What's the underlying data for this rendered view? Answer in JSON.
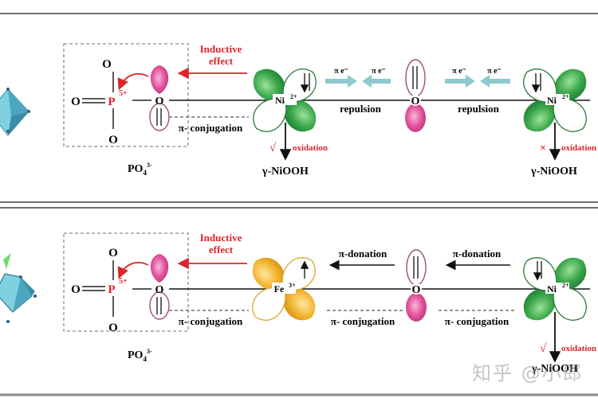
{
  "panels": [
    {
      "id": "top",
      "phosphate": {
        "central_atom": "P",
        "central_charge": "5+",
        "oxygen_label": "O",
        "caption_main": "PO",
        "caption_sub": "4",
        "caption_sup": "3-"
      },
      "inductive_label_line1": "Inductive",
      "inductive_label_line2": "effect",
      "conjugation_left_label": "π- conjugation",
      "metal_left": {
        "symbol": "Ni",
        "charge": "2+",
        "color": "#3aa64a",
        "oxidation_mark": "√",
        "oxidation_label": "oxidation",
        "product": "γ-NiOOH"
      },
      "bridge_oxygen": "O",
      "interaction_left": {
        "top_left": "π e⁻",
        "top_right": "π e⁻",
        "bottom": "repulsion"
      },
      "interaction_right": {
        "top_left": "π e⁻",
        "top_right": "π e⁻",
        "bottom": "repulsion"
      },
      "metal_right": {
        "symbol": "Ni",
        "charge": "2+",
        "color": "#3aa64a",
        "oxidation_mark": "×",
        "oxidation_label": "oxidation",
        "product": "γ-NiOOH"
      }
    },
    {
      "id": "bottom",
      "phosphate": {
        "central_atom": "P",
        "central_charge": "5+",
        "oxygen_label": "O",
        "caption_main": "PO",
        "caption_sub": "4",
        "caption_sup": "3-"
      },
      "inductive_label_line1": "Inductive",
      "inductive_label_line2": "effect",
      "conjugation_left_label": "π- conjugation",
      "metal_left": {
        "symbol": "Fe",
        "charge": "3+",
        "color": "#f2b531"
      },
      "bridge_oxygen": "O",
      "donation_left": "π-donation",
      "conjugation_mid": "π- conjugation",
      "donation_right": "π-donation",
      "conjugation_right": "π- conjugation",
      "metal_right": {
        "symbol": "Ni",
        "charge": "2+",
        "color": "#3aa64a",
        "oxidation_mark": "√",
        "oxidation_label": "oxidation",
        "product": "γ-NiOOH"
      }
    }
  ],
  "colors": {
    "inductive_red": "#d9262b",
    "oxygen_lobe_pink": "#e2549b",
    "pi_arrow_teal": "#8ec9cf",
    "octahedron_blue": "#6cc4d8",
    "line_black": "#111111",
    "dashed_gray": "#888888"
  },
  "watermark": "知乎 @小郎"
}
